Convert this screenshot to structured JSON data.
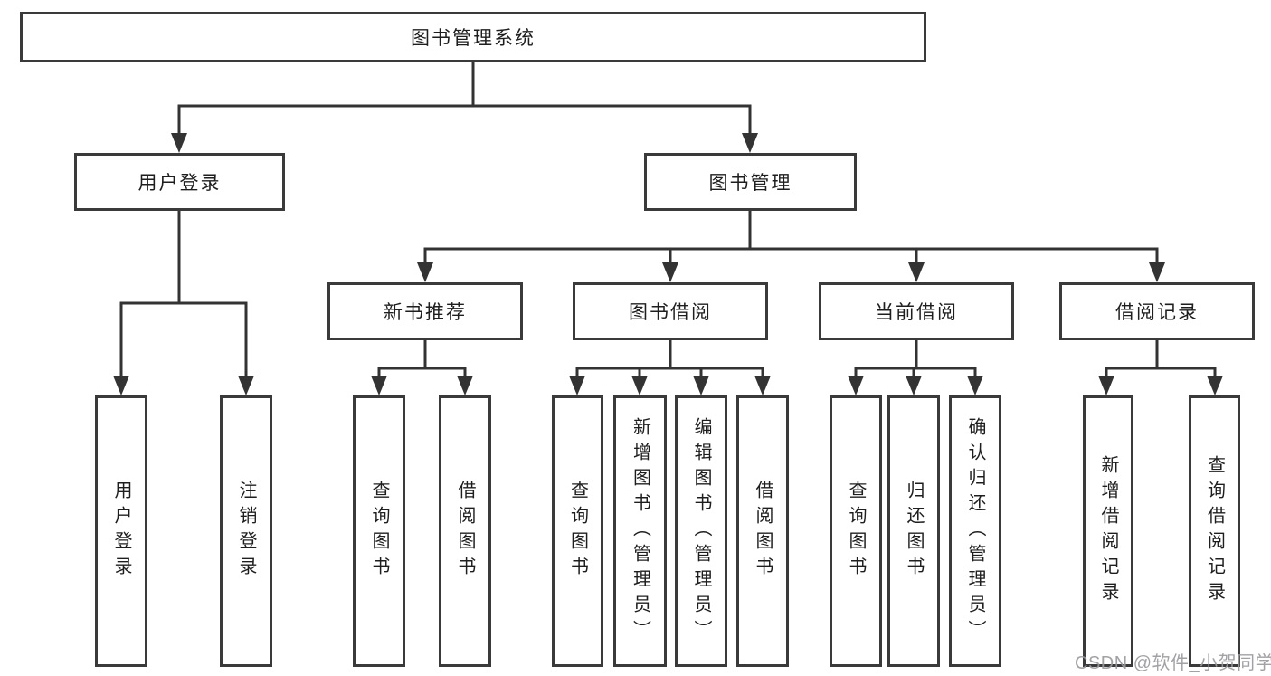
{
  "tree": {
    "root": {
      "label": "图书管理系统"
    },
    "branches": [
      {
        "label": "用户登录",
        "children": [
          {
            "label": "用户登录"
          },
          {
            "label": "注销登录"
          }
        ]
      },
      {
        "label": "图书管理",
        "children": [
          {
            "label": "新书推荐",
            "children": [
              {
                "label": "查询图书"
              },
              {
                "label": "借阅图书"
              }
            ]
          },
          {
            "label": "图书借阅",
            "children": [
              {
                "label": "查询图书"
              },
              {
                "label": "新增图书（管理员）"
              },
              {
                "label": "编辑图书（管理员）"
              },
              {
                "label": "借阅图书"
              }
            ]
          },
          {
            "label": "当前借阅",
            "children": [
              {
                "label": "查询图书"
              },
              {
                "label": "归还图书"
              },
              {
                "label": "确认归还（管理员）"
              }
            ]
          },
          {
            "label": "借阅记录",
            "children": [
              {
                "label": "新增借阅记录"
              },
              {
                "label": "查询借阅记录"
              }
            ]
          }
        ]
      }
    ]
  },
  "watermark": "CSDN @软件_小贺同学",
  "colors": {
    "line": "#333333",
    "box_border": "#3a3a3a",
    "box_fill": "#ffffff",
    "text": "#1e1e1e",
    "watermark": "#9a9a9e",
    "background": "#ffffff"
  }
}
